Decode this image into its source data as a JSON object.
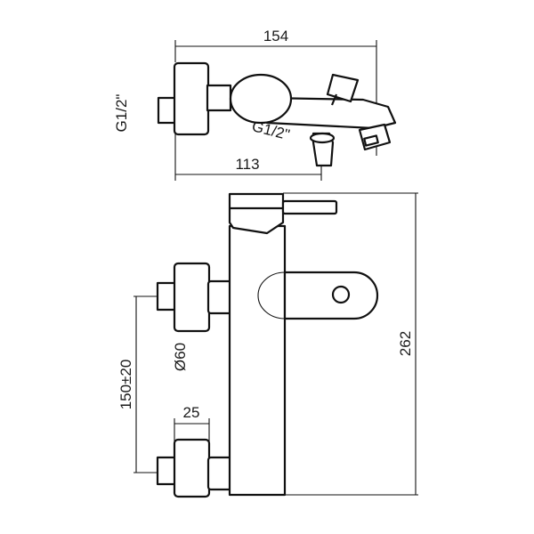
{
  "drawing": {
    "dimensions": {
      "total_depth": "154",
      "inlet_thread_top": "G1/2\"",
      "outlet_thread": "G1/2\"",
      "spout_reach": "113",
      "height": "262",
      "eccentric_diameter": "Ø60",
      "inlet_spacing": "150±20",
      "eccentric_depth": "25"
    }
  }
}
